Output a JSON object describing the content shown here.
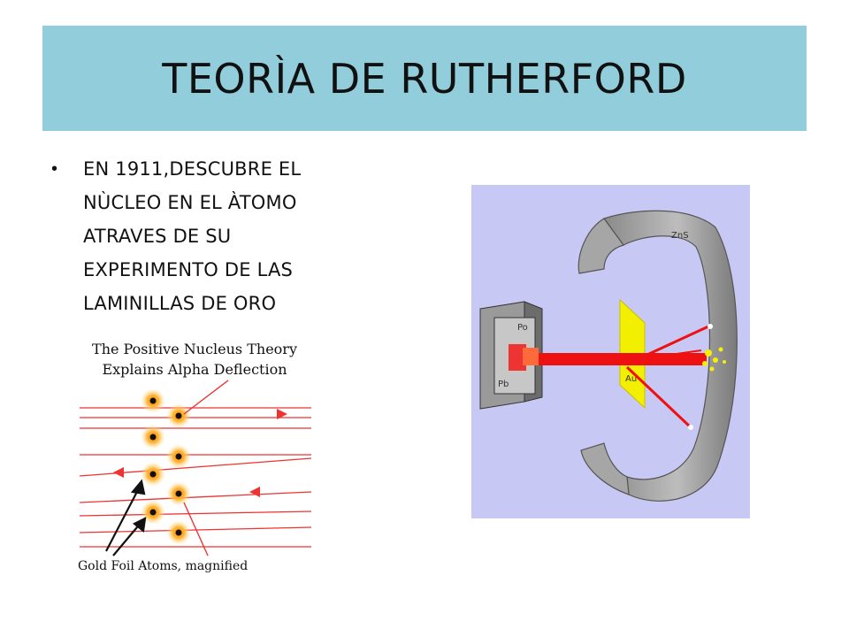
{
  "slide": {
    "title": "TEORÌA DE RUTHERFORD",
    "bullet": "EN 1911,DESCUBRE EL\nNÙCLEO EN EL ÀTOMO\nATRAVES DE SU\nEXPERIMENTO DE LAS\nLAMINILLAS DE ORO"
  },
  "figure_left": {
    "caption_line1": "The Positive Nucleus Theory",
    "caption_line2": "Explains Alpha Deflection",
    "footer": "Gold Foil Atoms, magnified"
  },
  "figure_right": {
    "label_source": "Po",
    "label_block": "Pb",
    "label_screen": "ZnS",
    "label_foil": "Au"
  },
  "colors": {
    "title_band": "#92CDDC",
    "beam": "#EE1111",
    "figure_bg": "#C8C8F4"
  }
}
